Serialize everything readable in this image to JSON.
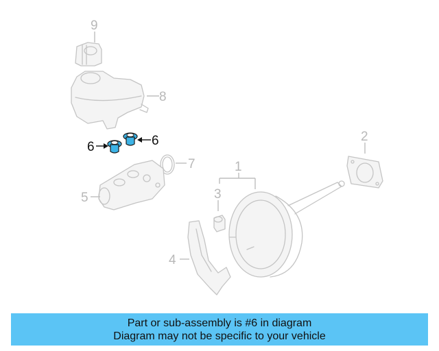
{
  "callouts": {
    "c1": "1",
    "c2": "2",
    "c3": "3",
    "c4": "4",
    "c5": "5",
    "c6a": "6",
    "c6b": "6",
    "c7": "7",
    "c8": "8",
    "c9": "9"
  },
  "highlighted_part": "6",
  "banner": {
    "line1": "Part or sub-assembly is #6 in diagram",
    "line2": "Diagram may not be specific to your vehicle",
    "color": "#5bc4f5"
  },
  "colors": {
    "highlight": "#3cb3e6",
    "ghost": "#c4c4c4"
  }
}
